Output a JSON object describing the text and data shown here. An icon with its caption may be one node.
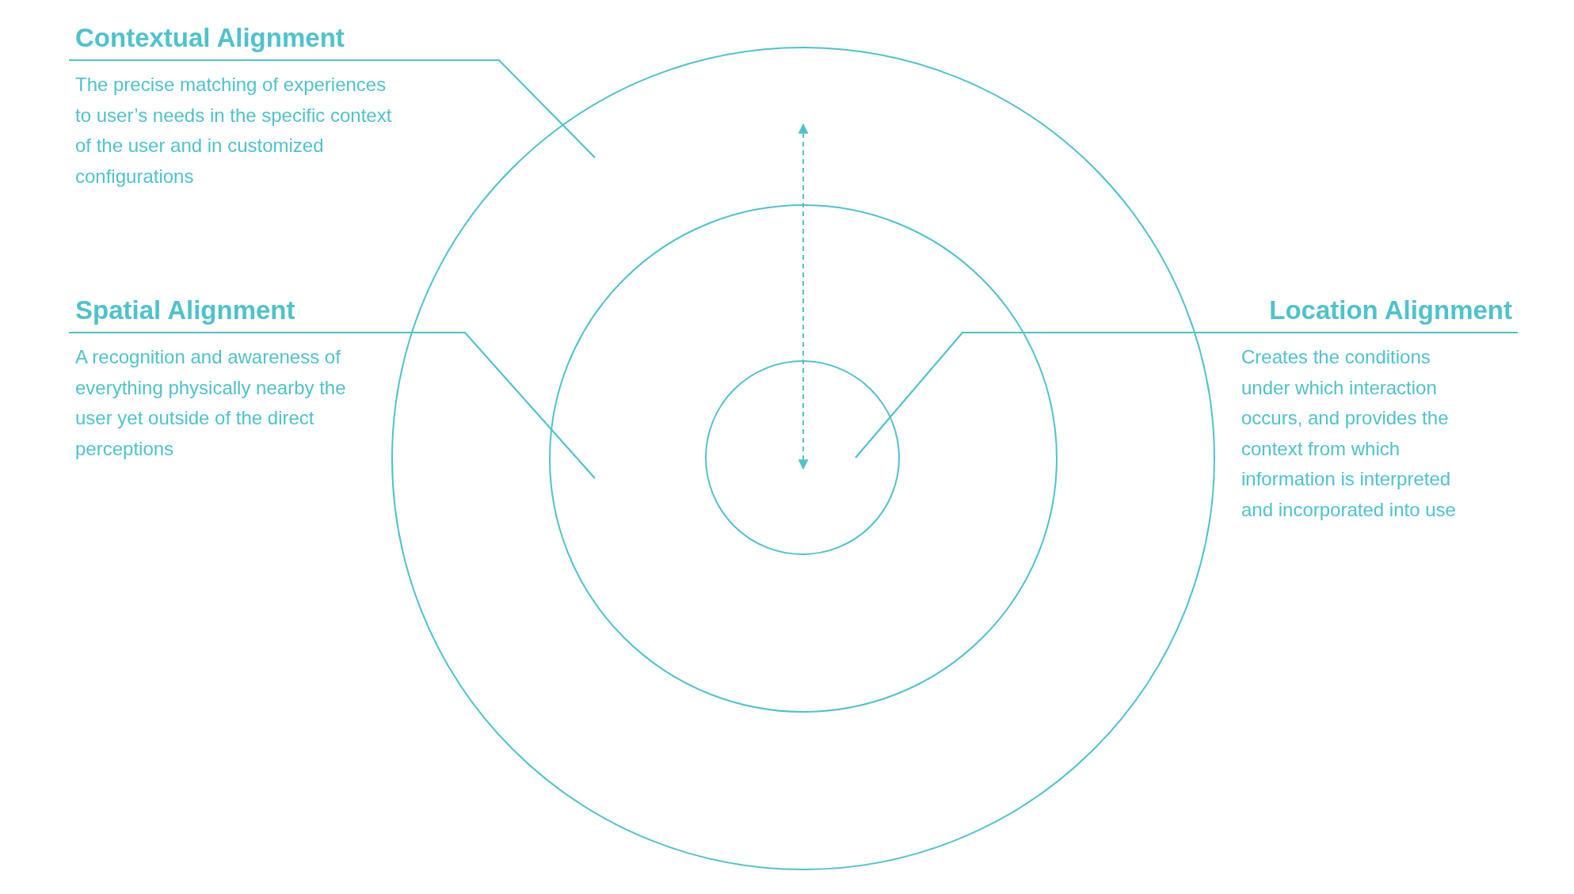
{
  "diagram": {
    "nodes": [
      {
        "text": [
          "Contextual Alignment",
          "The precise matching of experiences to user’s needs in the specific context of the user and in customized configurations"
        ]
      },
      {
        "text": [
          "Spatial Alignment",
          "A recognition and awareness of everything physically nearby the user yet outside of the direct perceptions"
        ]
      },
      {
        "text": [
          "Location Alignment",
          "Creates the conditions under which interaction occurs, and provides the context from which information is interpreted and incorporated into use"
        ]
      },
      {
        "text": [],
        "shape": "circle"
      },
      {
        "text": [],
        "shape": "circle",
        "in": 3
      },
      {
        "text": [],
        "shape": "circle",
        "in": 4
      }
    ],
    "edges": [
      {
        "from": 0,
        "to": 3,
        "arrow": "none"
      },
      {
        "from": 1,
        "to": 4,
        "arrow": "none"
      },
      {
        "from": 2,
        "to": 5,
        "arrow": "none"
      }
    ]
  }
}
